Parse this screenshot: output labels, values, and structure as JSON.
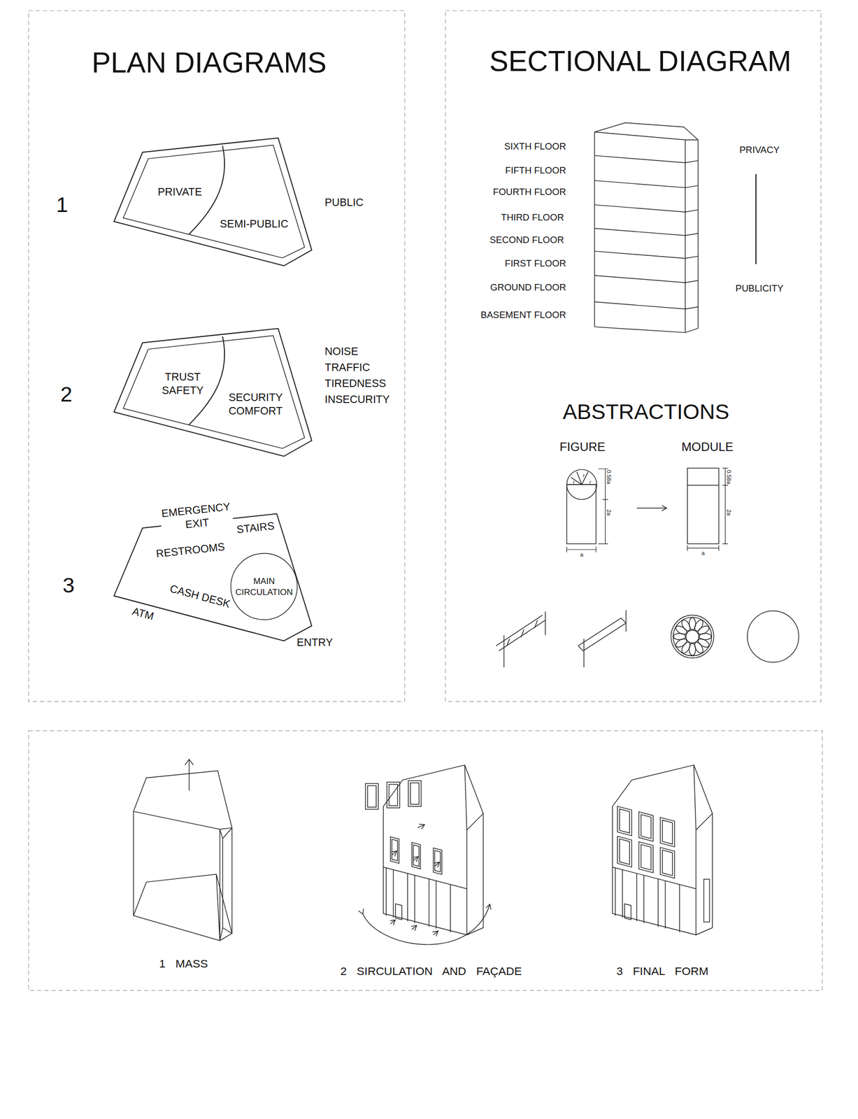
{
  "diagram": {
    "title": "PLAN DIAGRAMS",
    "nodes": [
      {
        "text": [
          "PRIVATE",
          "SEMI-PUBLIC"
        ]
      },
      {
        "text": [
          "TRUST SAFETY",
          "SECURITY COMFORT"
        ]
      },
      {
        "text": [
          "EMERGENCY EXIT",
          "STAIRS",
          "RESTROOMS",
          "CASH DESK"
        ]
      },
      {
        "text": [
          "MAIN CIRCULATION"
        ],
        "in": 2
      }
    ],
    "labels": [
      "1",
      "PUBLIC",
      "2",
      "NOISE TRAFFIC TIREDNESS INSECURITY",
      "3",
      "ATM",
      "ENTRY",
      "SECTIONAL DIAGRAM",
      "SIXTH FLOOR",
      "FIFTH FLOOR",
      "FOURTH FLOOR",
      "THIRD FLOOR",
      "SECOND FLOOR",
      "FIRST FLOOR",
      "GROUND FLOOR",
      "BASEMENT FLOOR",
      "PRIVACY",
      "PUBLICITY",
      "ABSTRACTIONS",
      "FIGURE",
      "MODULE",
      "r",
      "r",
      "r",
      "0.58a",
      "2a",
      "a",
      "0.58a",
      "2a",
      "a",
      "1 MASS",
      "2 SIRCULATION AND FAÇADE",
      "3 FINAL FORM"
    ]
  }
}
